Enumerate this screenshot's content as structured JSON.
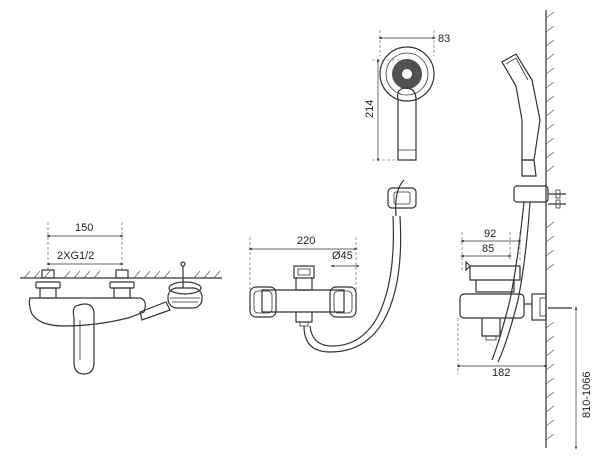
{
  "dimensions": {
    "front_center_distance": "150",
    "thread_spec": "2XG1/2",
    "body_width": "220",
    "handle_diameter": "Ø45",
    "shower_head_diameter": "83",
    "shower_head_length": "214",
    "side_depth_92": "92",
    "side_depth_85": "85",
    "side_projection": "182",
    "mount_height_range": "810-1066"
  }
}
